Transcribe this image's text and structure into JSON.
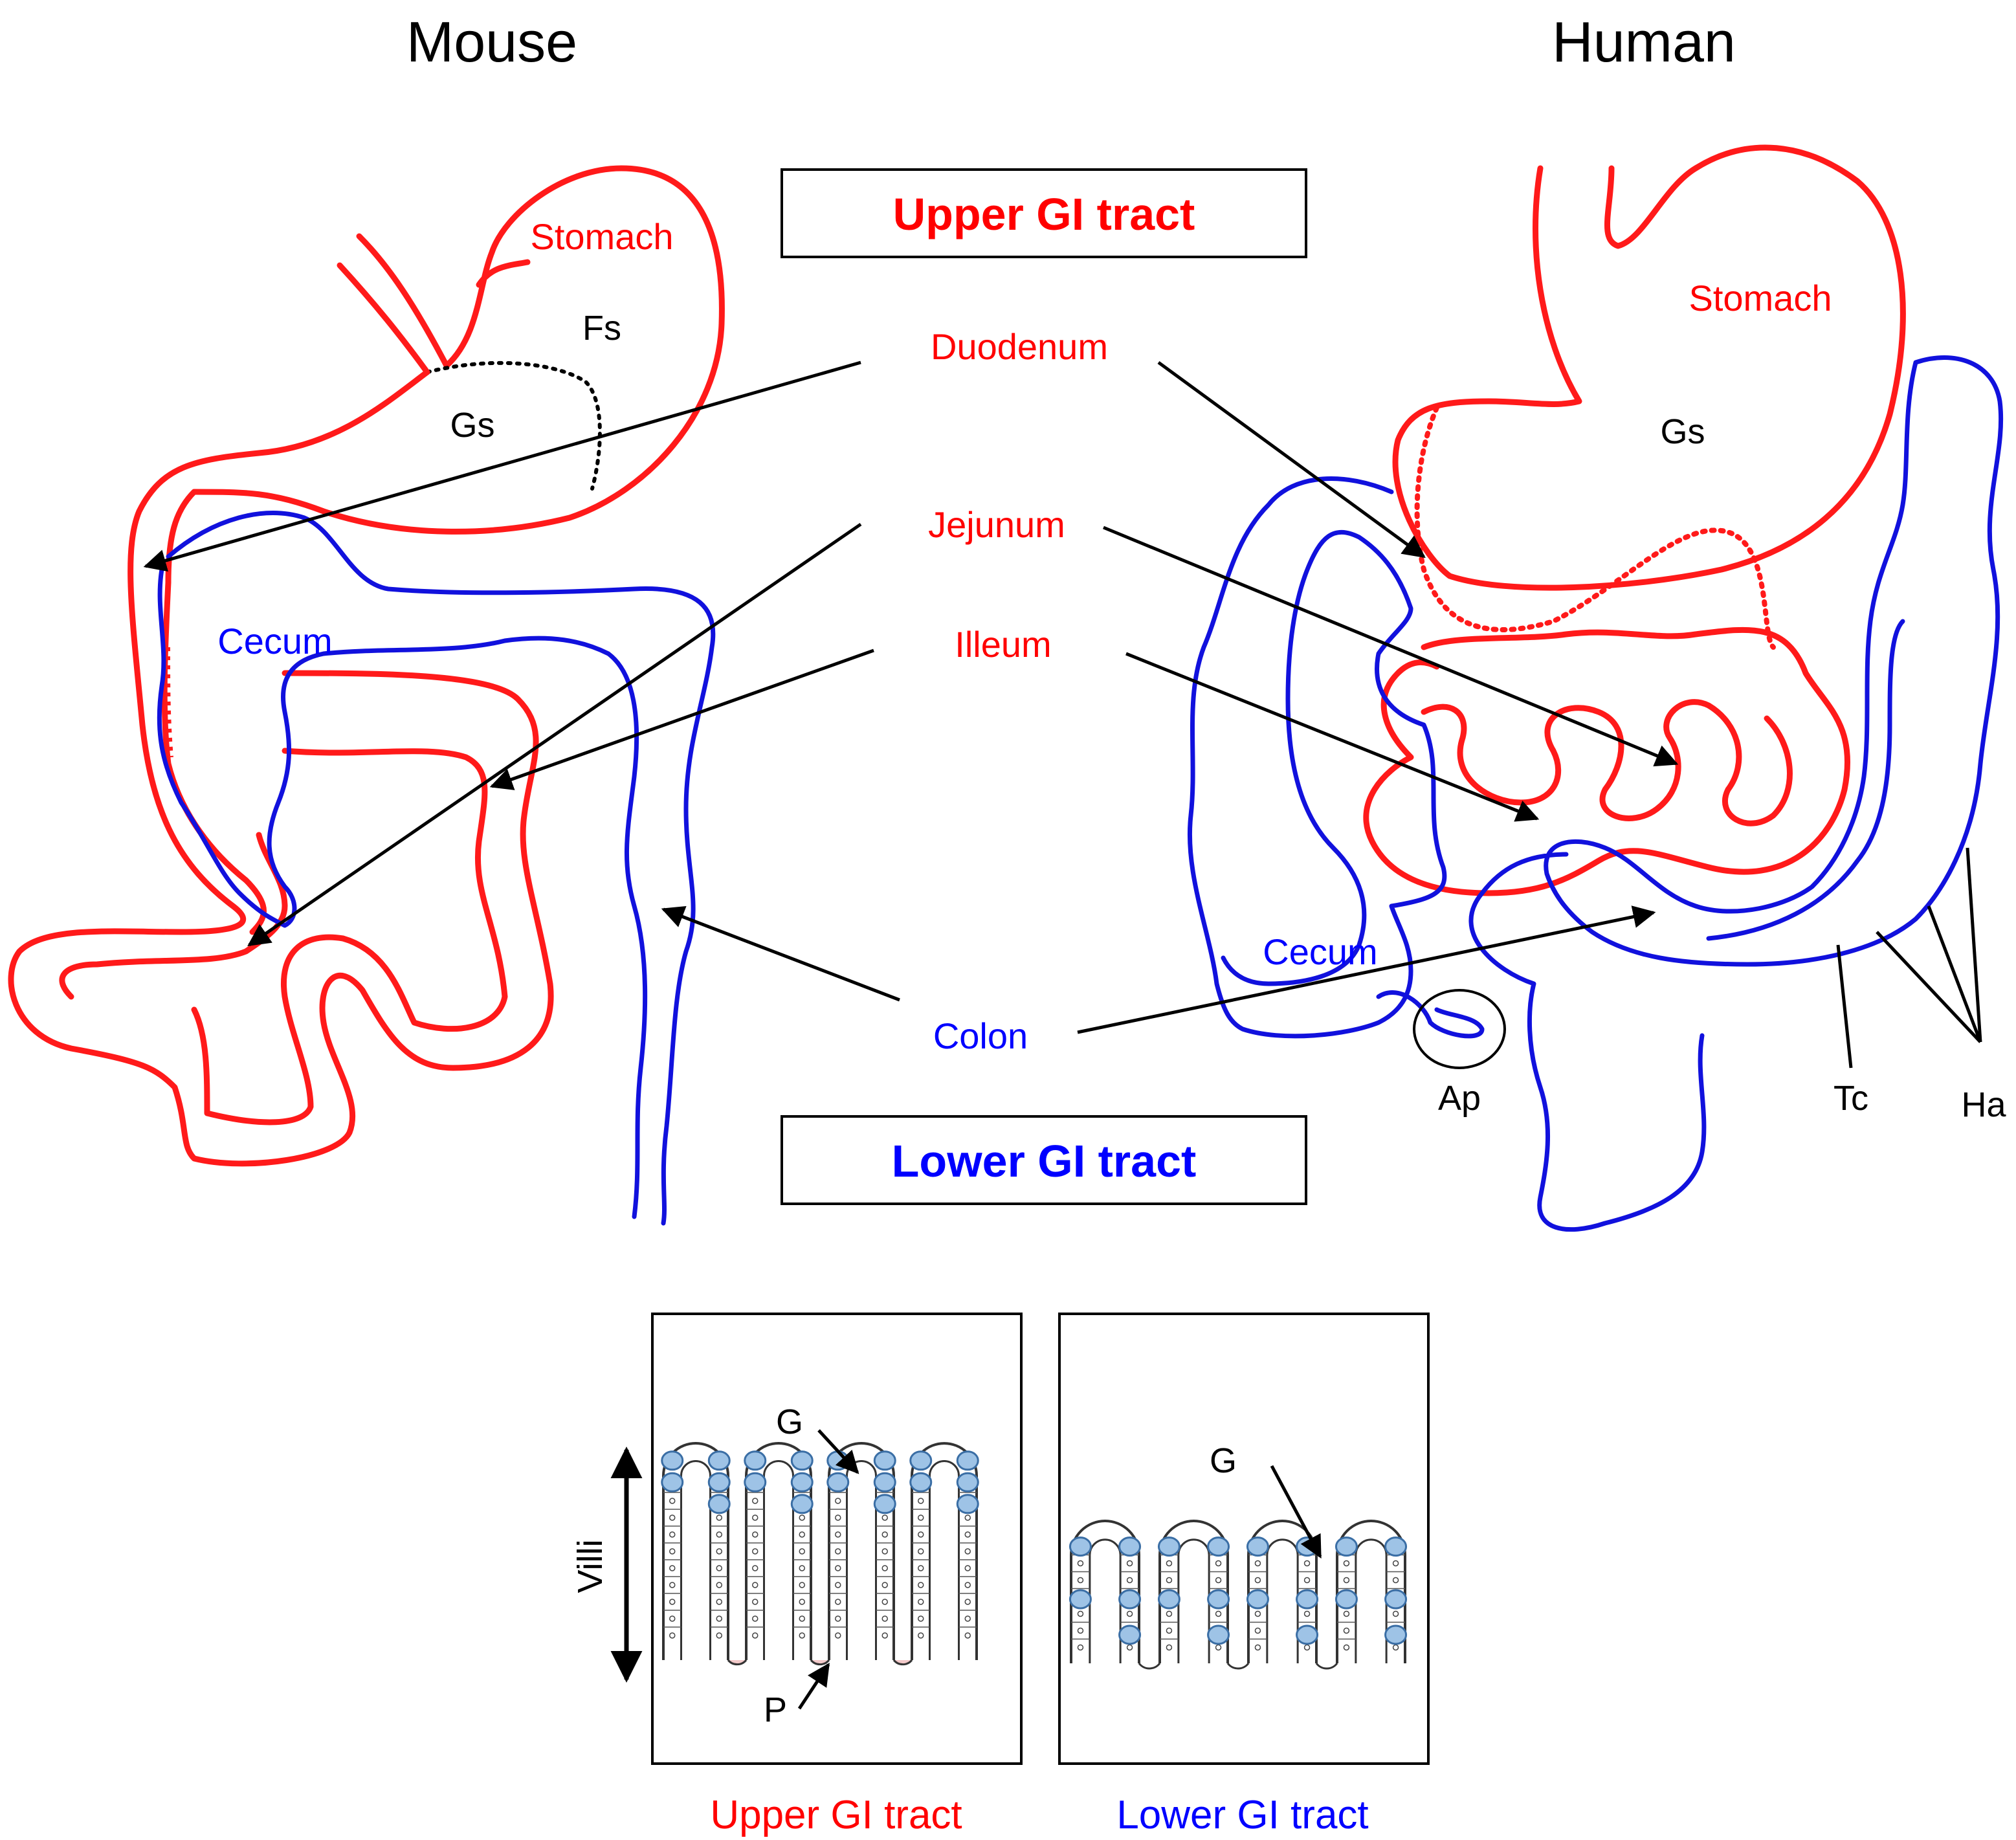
{
  "titles": {
    "mouse": "Mouse",
    "human": "Human"
  },
  "boxes": {
    "upper": "Upper GI tract",
    "lower": "Lower GI tract"
  },
  "labels": {
    "duodenum": "Duodenum",
    "jejunum": "Jejunum",
    "ileum": "Illeum",
    "colon": "Colon"
  },
  "mouse": {
    "stomach": "Stomach",
    "fs": "Fs",
    "gs": "Gs",
    "cecum": "Cecum"
  },
  "human": {
    "stomach": "Stomach",
    "gs": "Gs",
    "cecum": "Cecum",
    "ap": "Ap",
    "tc": "Tc",
    "ha": "Ha"
  },
  "villi": {
    "axis_label": "Villi",
    "upper_goblet": "G",
    "upper_paneth": "P",
    "lower_goblet": "G",
    "upper_caption": "Upper GI tract",
    "lower_caption": "Lower GI tract"
  },
  "colors": {
    "upper": "#ff0000",
    "lower": "#0000ff",
    "goblet": "#9ec3e6"
  }
}
